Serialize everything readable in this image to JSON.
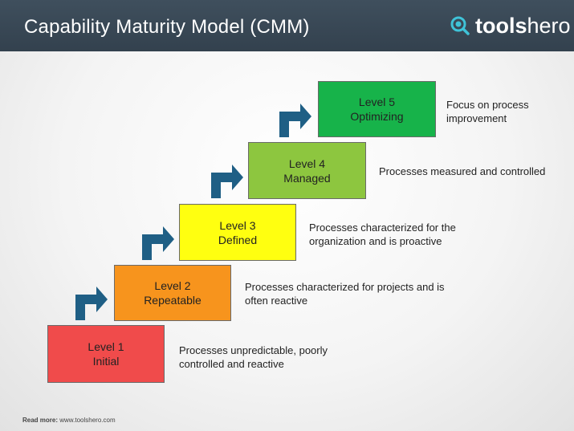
{
  "header": {
    "title": "Capability Maturity Model (CMM)",
    "logo_bold": "tools",
    "logo_light": "hero",
    "bg_color": "#3a4754"
  },
  "levels": [
    {
      "level": "Level 1",
      "name": "Initial",
      "description": "Processes unpredictable, poorly controlled and reactive",
      "color": "#f04b4b"
    },
    {
      "level": "Level 2",
      "name": "Repeatable",
      "description": "Processes characterized for projects and is often reactive",
      "color": "#f7941d"
    },
    {
      "level": "Level 3",
      "name": "Defined",
      "description": "Processes characterized for the organization and is proactive",
      "color": "#ffff10"
    },
    {
      "level": "Level 4",
      "name": "Managed",
      "description": "Processes measured and controlled",
      "color": "#8dc63f"
    },
    {
      "level": "Level 5",
      "name": "Optimizing",
      "description": "Focus on process improvement",
      "color": "#17b34a"
    }
  ],
  "arrow_color": "#1f5f85",
  "footer": {
    "label": "Read more:",
    "url": "www.toolshero.com"
  }
}
